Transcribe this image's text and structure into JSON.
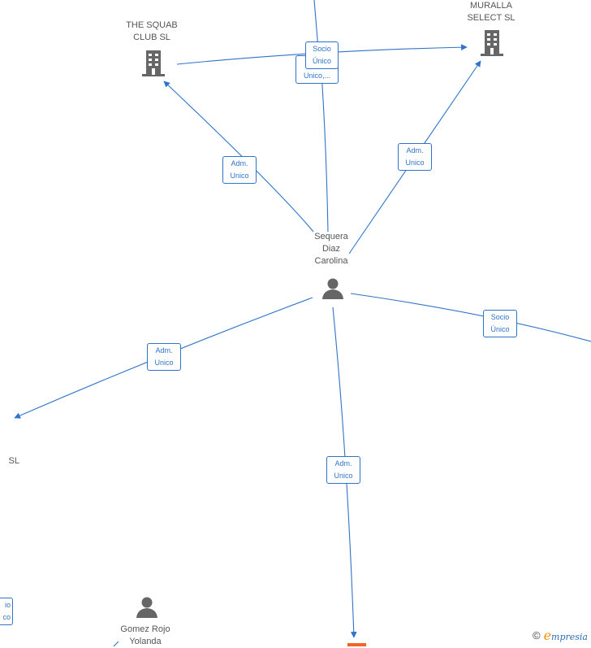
{
  "nodes": {
    "squab": {
      "label": "THE SQUAB\nCLUB  SL",
      "icon": "building-icon"
    },
    "muralla": {
      "label": "MURALLA\nSELECT  SL",
      "icon": "building-icon"
    },
    "sequera": {
      "label": "Sequera\nDiaz\nCarolina",
      "icon": "person-icon"
    },
    "sl_left": {
      "label": "SL",
      "icon": ""
    },
    "gomez": {
      "label": "Gomez Rojo\nYolanda",
      "icon": "person-icon"
    }
  },
  "edges": {
    "adm_squab": "Adm.\nUnico",
    "socio_top": "Socio\nÚnico",
    "unico_top": "Unico,...",
    "adm_muralla": "Adm.\nUnico",
    "socio_right": "Socio\nÚnico",
    "adm_left": "Adm.\nUnico",
    "adm_bottom": "Adm.\nUnico",
    "partial_left": "io\nco"
  },
  "footer": {
    "copyright": "©",
    "brand_initial": "e",
    "brand_rest": "mpresia"
  },
  "colors": {
    "edge": "#2f74c9",
    "node": "#666666",
    "accent": "#f0642a"
  }
}
